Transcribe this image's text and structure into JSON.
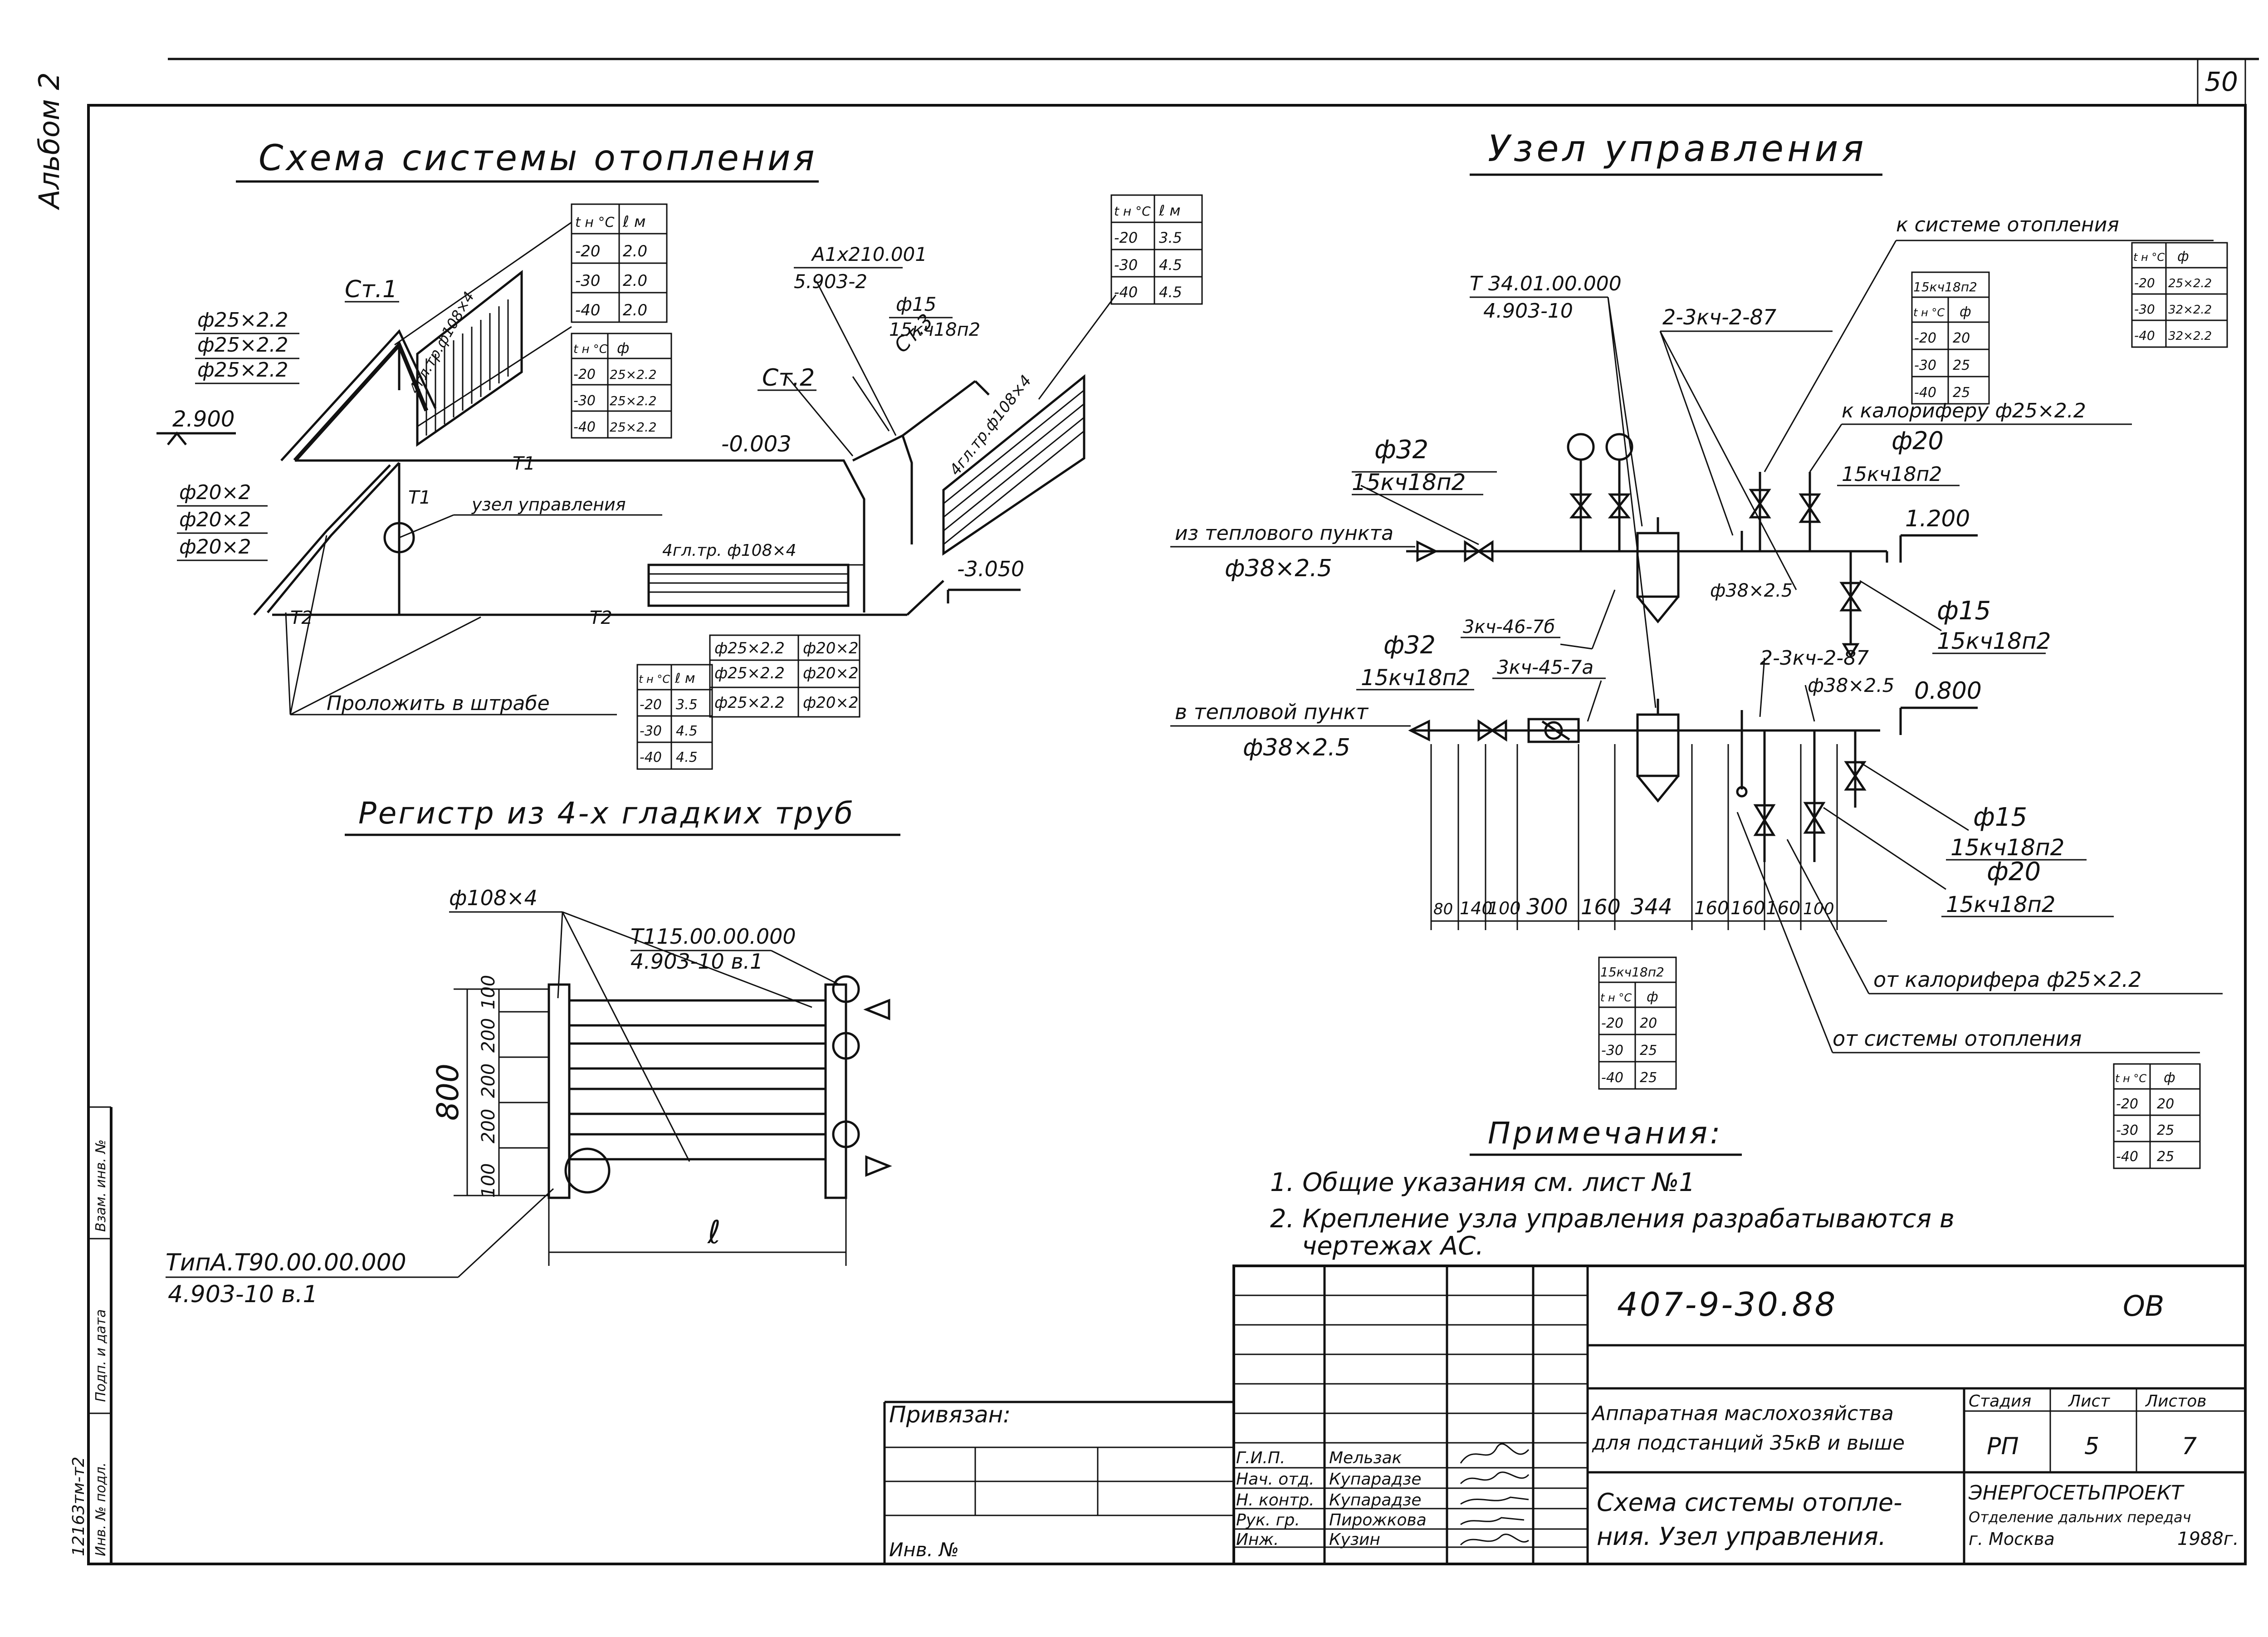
{
  "sheet": {
    "page_no": "50",
    "album": "Альбом 2",
    "side_stamp": [
      "Инв. № подл.",
      "Подп. и дата",
      "Взам. инв. №"
    ],
    "side_code": "12163тм-т2"
  },
  "heating": {
    "title": "Схема системы отопления",
    "riser1": "Ст.1",
    "riser2": "Ст.2",
    "riser3": "Ст.3",
    "d25_1": "ф25×2.2",
    "d25_2": "ф25×2.2",
    "d25_3": "ф25×2.2",
    "d20_1": "ф20×2",
    "d20_2": "ф20×2",
    "d20_3": "ф20×2",
    "level_2900": "2.900",
    "level_m0003": "-0.003",
    "level_m3050": "-3.050",
    "t1": "Т1",
    "t1b": "Т1",
    "t2a": "Т2",
    "t2b": "Т2",
    "node": "узел управления",
    "reg1": "4гл.тр.ф108×4",
    "reg2": "4гл.тр. ф108×4",
    "reg3": "4гл.тр.ф108×4",
    "ref_a": "А1х210.001",
    "ref_b": "5.903-2",
    "ref_d15": "ф15",
    "ref_valve": "15кч18п2",
    "lay": "Проложить в штрабе",
    "pipe_label_1": "ф25×2.2",
    "pipe_label_2": "ф20×2",
    "pipe_label_3": "ф25×2.2",
    "pipe_label_4": "ф20×2",
    "pipe_label_5": "ф25×2.2",
    "pipe_label_6": "ф20×2"
  },
  "tables": {
    "t_top": {
      "h1": "t н °С",
      "h2": "ℓ м",
      "rows": [
        [
          "-20",
          "2.0"
        ],
        [
          "-30",
          "2.0"
        ],
        [
          "-40",
          "2.0"
        ]
      ]
    },
    "t_mid": {
      "h1": "t н °С",
      "h2": "ф",
      "rows": [
        [
          "-20",
          "25×2.2"
        ],
        [
          "-30",
          "25×2.2"
        ],
        [
          "-40",
          "25×2.2"
        ]
      ]
    },
    "t_right": {
      "h1": "t н °С",
      "h2": "ℓ м",
      "rows": [
        [
          "-20",
          "3.5"
        ],
        [
          "-30",
          "4.5"
        ],
        [
          "-40",
          "4.5"
        ]
      ]
    },
    "t_bottom": {
      "h1": "t н °С",
      "h2": "ℓ м",
      "rows": [
        [
          "-20",
          "3.5"
        ],
        [
          "-30",
          "4.5"
        ],
        [
          "-40",
          "4.5"
        ]
      ]
    },
    "t_valve1": {
      "cap": "15кч18п2",
      "h1": "t н °С",
      "h2": "ф",
      "rows": [
        [
          "-20",
          "20"
        ],
        [
          "-30",
          "25"
        ],
        [
          "-40",
          "25"
        ]
      ]
    },
    "t_sys": {
      "h1": "t н °С",
      "h2": "ф",
      "rows": [
        [
          "-20",
          "25×2.2"
        ],
        [
          "-30",
          "32×2.2"
        ],
        [
          "-40",
          "32×2.2"
        ]
      ]
    },
    "t_valve2": {
      "cap": "15кч18п2",
      "h1": "t н °С",
      "h2": "ф",
      "rows": [
        [
          "-20",
          "20"
        ],
        [
          "-30",
          "25"
        ],
        [
          "-40",
          "25"
        ]
      ]
    },
    "t_return": {
      "h1": "t н °С",
      "h2": "ф",
      "rows": [
        [
          "-20",
          "20"
        ],
        [
          "-30",
          "25"
        ],
        [
          "-40",
          "25"
        ]
      ]
    }
  },
  "register": {
    "title": "Регистр из 4-х гладких труб",
    "d108": "ф108×4",
    "ref1": "Т115.00.00.000",
    "ref1b": "4.903-10 в.1",
    "ref2": "ТипА.Т90.00.00.000",
    "ref2b": "4.903-10 в.1",
    "height": "800",
    "len": "ℓ",
    "dims": [
      "100",
      "200",
      "200",
      "200",
      "100"
    ]
  },
  "control": {
    "title": "Узел управления",
    "to_system": "к системе отопления",
    "ref_t34": "Т 34.01.00.000",
    "ref_t34b": "4.903-10",
    "kch87_1": "2-3кч-2-87",
    "kch87_2": "2-3кч-2-87",
    "d32_1": "ф32",
    "v15_1": "15кч18п2",
    "from_pt": "из теплового пункта",
    "d38_1": "ф38×2.5",
    "to_heater": "к калориферу ф25×2.2",
    "d20_a": "ф20",
    "v15_2": "15кч18п2",
    "lvl1200": "1.200",
    "d38_2": "ф38×2.5",
    "kch46": "3кч-46-7б",
    "kch45": "3кч-45-7а",
    "d15_a": "ф15",
    "v15_3": "15кч18п2",
    "d32_2": "ф32",
    "v15_4": "15кч18п2",
    "d38_3": "ф38×2.5",
    "lvl800": "0.800",
    "to_pt": "в тепловой пункт",
    "d38_4": "ф38×2.5",
    "d15_b": "ф15",
    "v15_5": "15кч18п2",
    "d20_b": "ф20",
    "v15_6": "15кч18п2",
    "from_heater": "от калорифера ф25×2.2",
    "from_system": "от системы отопления",
    "dims": [
      "80",
      "140",
      "100",
      "300",
      "160",
      "344",
      "160",
      "160",
      "160",
      "100"
    ]
  },
  "notes": {
    "title": "Примечания:",
    "n1": "1. Общие указания см. лист №1",
    "n2": "2. Крепление узла управления разрабатываются в",
    "n2b": "чертежах АС."
  },
  "title_block": {
    "doc_no": "407-9-30.88",
    "mark": "ОВ",
    "bound": "Привязан:",
    "inv": "Инв. №",
    "roles": [
      "Г.И.П.",
      "Нач. отд.",
      "Н. контр.",
      "Рук. гр.",
      "Инж."
    ],
    "names": [
      "Мельзак",
      "Купарадзе",
      "Купарадзе",
      "Пирожкова",
      "Кузин"
    ],
    "obj1": "Аппаратная маслохозяйства",
    "obj2": "для подстанций 35кВ и выше",
    "sheet1": "Схема системы отопле-",
    "sheet2": "ния. Узел управления.",
    "stage_h": "Стадия",
    "list_h": "Лист",
    "lists_h": "Листов",
    "stage": "РП",
    "list": "5",
    "lists": "7",
    "org1": "ЭНЕРГОСЕТЬПРОЕКТ",
    "org2": "Отделение дальних передач",
    "org3": "г. Москва",
    "year": "1988г."
  }
}
